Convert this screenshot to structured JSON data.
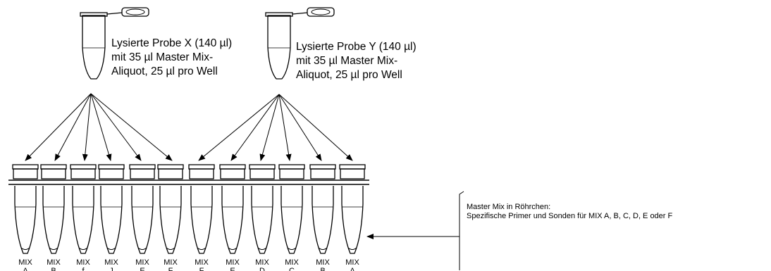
{
  "title_fragment": "g  der  Proben  auf  die  Well-Streifen",
  "sample_x": {
    "lines": [
      "Lysierte Probe X (140 µl)",
      "mit 35 µl Master Mix-",
      "Aliquot, 25 µl pro Well"
    ]
  },
  "sample_y": {
    "lines": [
      "Lysierte Probe Y (140 µl)",
      "mit 35 µl Master Mix-",
      "Aliquot, 25 µl pro Well"
    ]
  },
  "tubes": [
    {
      "top": "MIX",
      "bottom": "A"
    },
    {
      "top": "MIX",
      "bottom": "B"
    },
    {
      "top": "MIX",
      "bottom": "f"
    },
    {
      "top": "MIX",
      "bottom": "J"
    },
    {
      "top": "MIX",
      "bottom": "E"
    },
    {
      "top": "MIX",
      "bottom": "F"
    },
    {
      "top": "MIX",
      "bottom": "F"
    },
    {
      "top": "MIX",
      "bottom": "E"
    },
    {
      "top": "MIX",
      "bottom": "D"
    },
    {
      "top": "MIX",
      "bottom": "C"
    },
    {
      "top": "MIX",
      "bottom": "B"
    },
    {
      "top": "MIX",
      "bottom": "A"
    }
  ],
  "legend": {
    "line1": "Master Mix in Röhrchen:",
    "line2": "Spezifische Primer und Sonden für MIX A, B, C, D, E oder F"
  }
}
